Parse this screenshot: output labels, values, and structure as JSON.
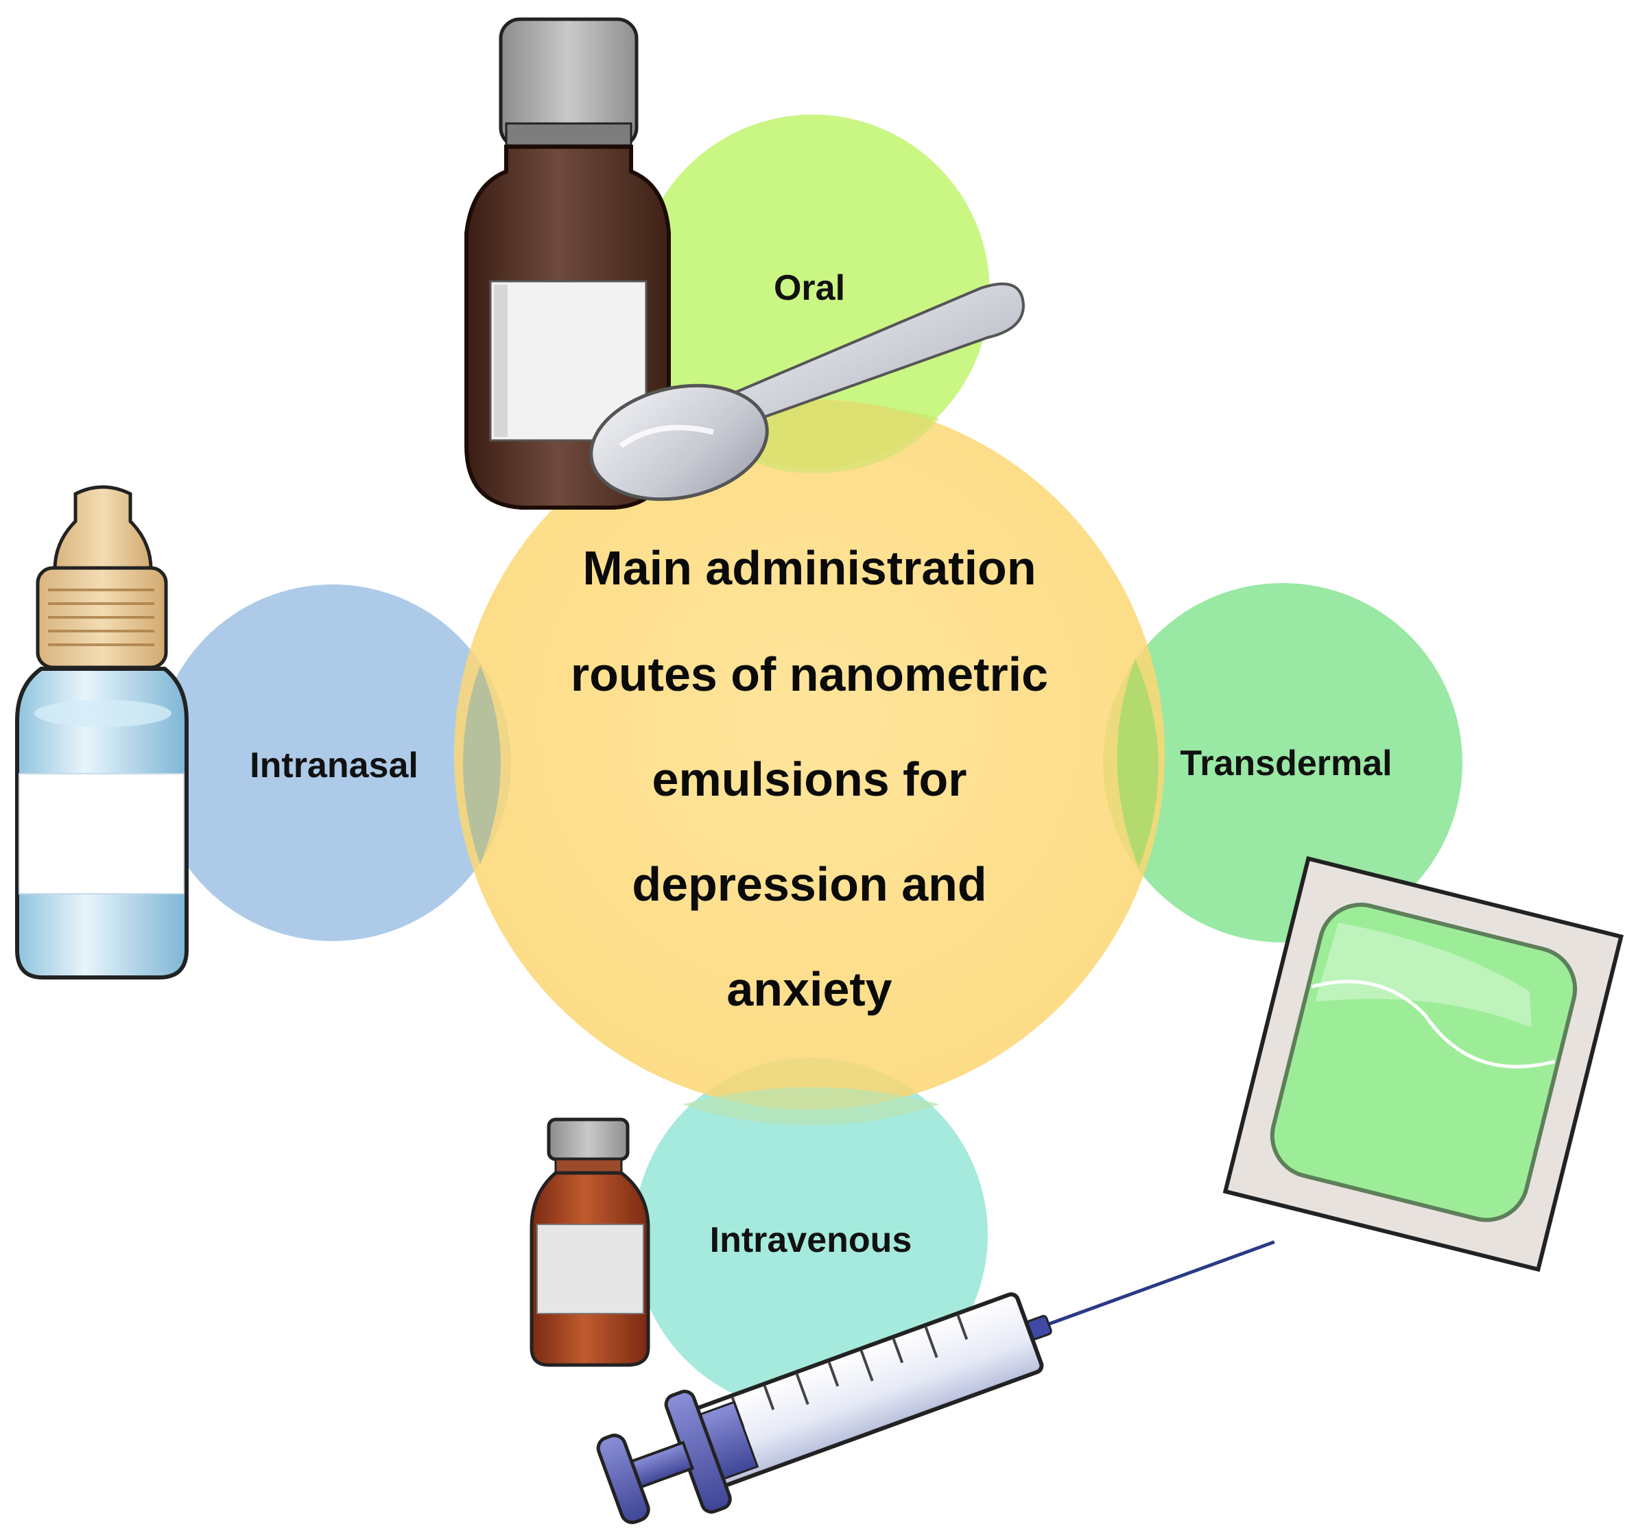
{
  "center": {
    "lines": [
      "Main administration",
      "routes of nanometric",
      "emulsions for",
      "depression and",
      "anxiety"
    ]
  },
  "routes": {
    "oral": {
      "label": "Oral",
      "icon": "medicine-bottle-with-spoon-icon"
    },
    "intranasal": {
      "label": "Intranasal",
      "icon": "nasal-spray-bottle-icon"
    },
    "transdermal": {
      "label": "Transdermal",
      "icon": "transdermal-patch-icon"
    },
    "intravenous": {
      "label": "Intravenous",
      "icon": "vial-and-syringe-icon"
    }
  },
  "colors": {
    "center": "#fcd97a",
    "oral": "#c6f57a",
    "intranasal": "#a9c8e8",
    "transdermal": "#8ee69a",
    "intravenous": "#9de8d9"
  }
}
